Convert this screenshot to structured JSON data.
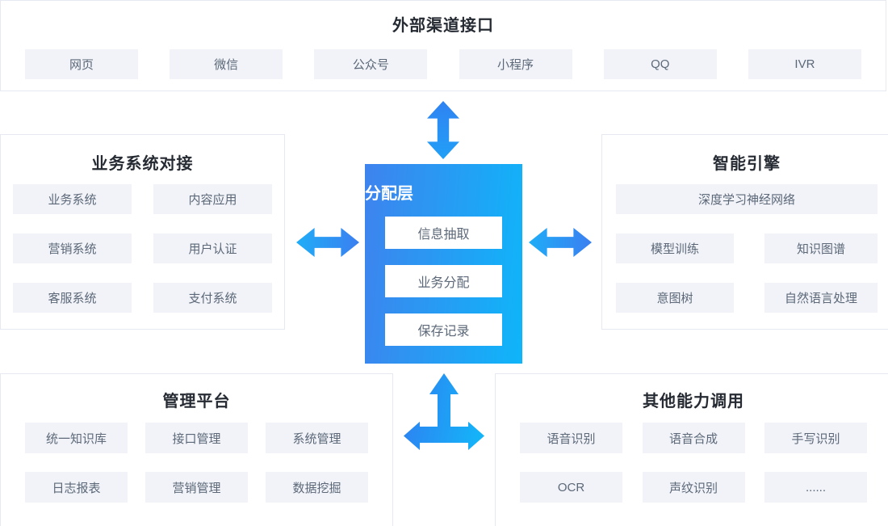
{
  "sections": {
    "top": {
      "title": "外部渠道接口",
      "items": [
        "网页",
        "微信",
        "公众号",
        "小程序",
        "QQ",
        "IVR"
      ]
    },
    "left": {
      "title": "业务系统对接",
      "items": [
        "业务系统",
        "内容应用",
        "营销系统",
        "用户认证",
        "客服系统",
        "支付系统"
      ]
    },
    "center": {
      "title": "分配层",
      "items": [
        "信息抽取",
        "业务分配",
        "保存记录"
      ]
    },
    "right": {
      "title": "智能引擎",
      "wide_item": "深度学习神经网络",
      "items": [
        "模型训练",
        "知识图谱",
        "意图树",
        "自然语言处理"
      ]
    },
    "bottom_left": {
      "title": "管理平台",
      "items": [
        "统一知识库",
        "接口管理",
        "系统管理",
        "日志报表",
        "营销管理",
        "数据挖掘"
      ]
    },
    "bottom_right": {
      "title": "其他能力调用",
      "items": [
        "语音识别",
        "语音合成",
        "手写识别",
        "OCR",
        "声纹识别",
        "......"
      ]
    }
  },
  "icons": {
    "top_arrow": "vertical-double-arrow",
    "left_arrow": "horizontal-double-arrow",
    "right_arrow": "horizontal-double-arrow",
    "bottom_arrow": "three-way-arrow-up-left-right"
  },
  "colors": {
    "accent_gradient_start": "#3e83ee",
    "accent_gradient_end": "#0fb5f9",
    "arrow_blue": "#2f80f1",
    "arrow_cyan": "#13b7f9",
    "card_border": "#e6e9f1",
    "item_bg": "#f1f3f8",
    "item_text": "#5c6878",
    "title_text": "#262b33"
  }
}
